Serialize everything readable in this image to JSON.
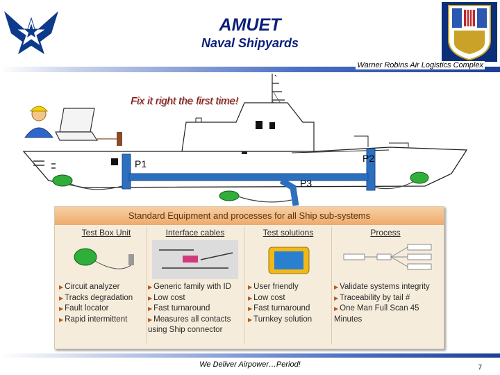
{
  "header": {
    "title": "AMUET",
    "subtitle": "Naval Shipyards",
    "organization": "Warner Robins Air Logistics Complex"
  },
  "diagram": {
    "slogan": "Fix it right the first time!",
    "points": [
      "P1",
      "P2",
      "P3"
    ]
  },
  "panel": {
    "heading": "Standard Equipment and processes for all Ship sub-systems",
    "columns": [
      {
        "title": "Test Box Unit",
        "bullets": [
          "Circuit analyzer",
          "Tracks degradation",
          "Fault locator",
          "Rapid intermittent"
        ]
      },
      {
        "title": "Interface cables",
        "bullets": [
          "Generic family with ID",
          "Low cost",
          "Fast turnaround",
          "Measures all contacts using Ship connector"
        ]
      },
      {
        "title": "Test solutions",
        "bullets": [
          "User friendly",
          "Low cost",
          "Fast turnaround",
          "Turnkey solution"
        ]
      },
      {
        "title": "Process",
        "bullets": [
          "Validate systems integrity",
          "Traceability by tail #",
          "One Man Full Scan 45 Minutes"
        ]
      }
    ]
  },
  "footer": {
    "motto": "We Deliver Airpower…Period!",
    "page": "7"
  }
}
